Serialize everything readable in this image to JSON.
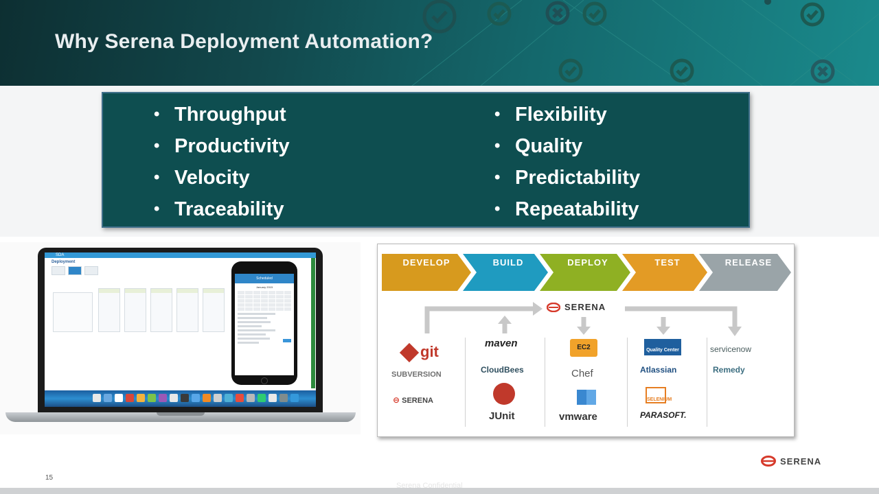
{
  "slide": {
    "title": "Why Serena Deployment Automation?",
    "page_number": "15",
    "footer_text": "Serena Confidential",
    "logo_text": "SERENA"
  },
  "bullets": {
    "left": [
      "Throughput",
      "Productivity",
      "Velocity",
      "Traceability"
    ],
    "right": [
      "Flexibility",
      "Quality",
      "Predictability",
      "Repeatability"
    ]
  },
  "laptop": {
    "app_bar_text": "SDA",
    "app_title": "Deployment",
    "phone_header": "Scheduled",
    "phone_month": "January 2015"
  },
  "pipeline": {
    "stages": [
      "DEVELOP",
      "BUILD",
      "DEPLOY",
      "TEST",
      "RELEASE"
    ],
    "center_logo": "SERENA",
    "tools": {
      "develop": [
        "git",
        "SUBVERSION",
        "SERENA"
      ],
      "build": [
        "maven",
        "CloudBees",
        "JUnit"
      ],
      "deploy": [
        "EC2",
        "Chef",
        "vmware"
      ],
      "test": [
        "Quality Center",
        "Atlassian",
        "SELENIUM",
        "PARASOFT."
      ],
      "release": [
        "servicenow",
        "Remedy"
      ]
    }
  },
  "colors": {
    "bullet_box": "#0e4e50",
    "develop": "#d79a1e",
    "build": "#1f9bc0",
    "deploy": "#8fb023",
    "test": "#e39b25",
    "release": "#9aa4a8",
    "serena_red": "#d63a2b"
  }
}
